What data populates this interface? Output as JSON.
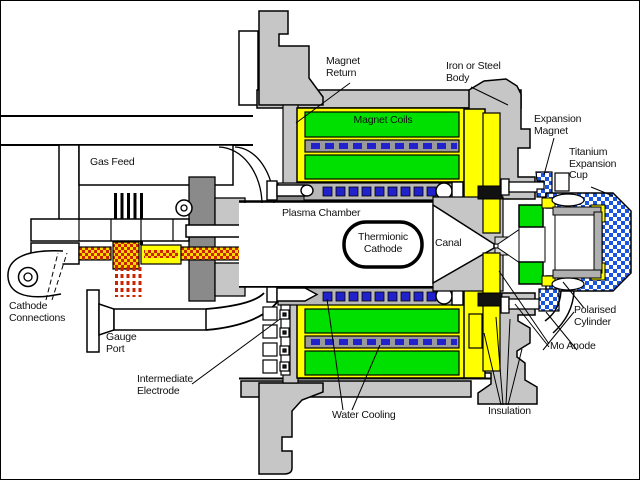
{
  "labels": {
    "gas_feed": "Gas Feed",
    "magnet_return": "Magnet\nReturn",
    "magnet_coils": "Magnet Coils",
    "iron_or_steel_body": "Iron or Steel\nBody",
    "expansion_magnet": "Expansion\nMagnet",
    "titanium_expansion_cup": "Titanium\nExpansion\nCup",
    "plasma_chamber": "Plasma Chamber",
    "thermionic_cathode": "Thermionic\nCathode",
    "canal": "Canal",
    "cathode_connections": "Cathode\nConnections",
    "gauge_port": "Gauge\nPort",
    "intermediate_electrode": "Intermediate\nElectrode",
    "water_cooling": "Water Cooling",
    "insulation": "Insulation",
    "mo_anode": "Mo Anode",
    "polarised_cylinder": "Polarised\nCylinder"
  },
  "colors": {
    "body_gray": "#c6c6c6",
    "mount_dark_gray": "#8a8a8a",
    "strip_gray": "#b8b8b8",
    "lining_gray": "#b0b0b0",
    "coil_green": "#00e000",
    "frame_yellow": "#ffff00",
    "water_channel_blue": "#2222cc",
    "titanium_checker_blue": "#1a55e0",
    "cathode_checker_red": "#cc2200",
    "cathode_checker_yellow": "#ffd800",
    "outline_black": "#000000",
    "background_white": "#ffffff"
  }
}
